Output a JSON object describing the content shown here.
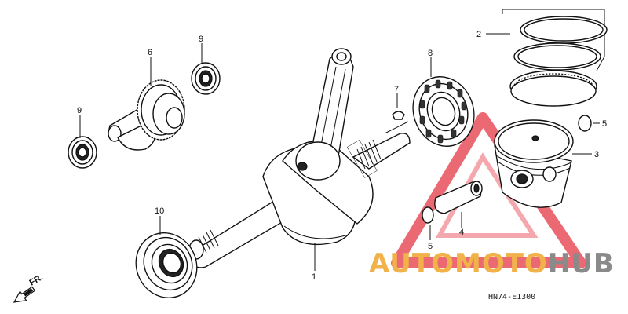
{
  "labels": {
    "l1": "1",
    "l2": "2",
    "l3": "3",
    "l4": "4",
    "l5a": "5",
    "l5b": "5",
    "l6": "6",
    "l7": "7",
    "l8": "8",
    "l9a": "9",
    "l9b": "9",
    "l10": "10"
  },
  "direction_label": "FR.",
  "diagram_code": "HN74-E1300",
  "watermark": {
    "part1": "AUTO",
    "part2": "MOTO",
    "part3": "HUB",
    "color_auto": "#f2b24a",
    "color_moto": "#f2b24a",
    "color_hub": "#8a8a8a",
    "triangle_color": "#e8505b"
  }
}
